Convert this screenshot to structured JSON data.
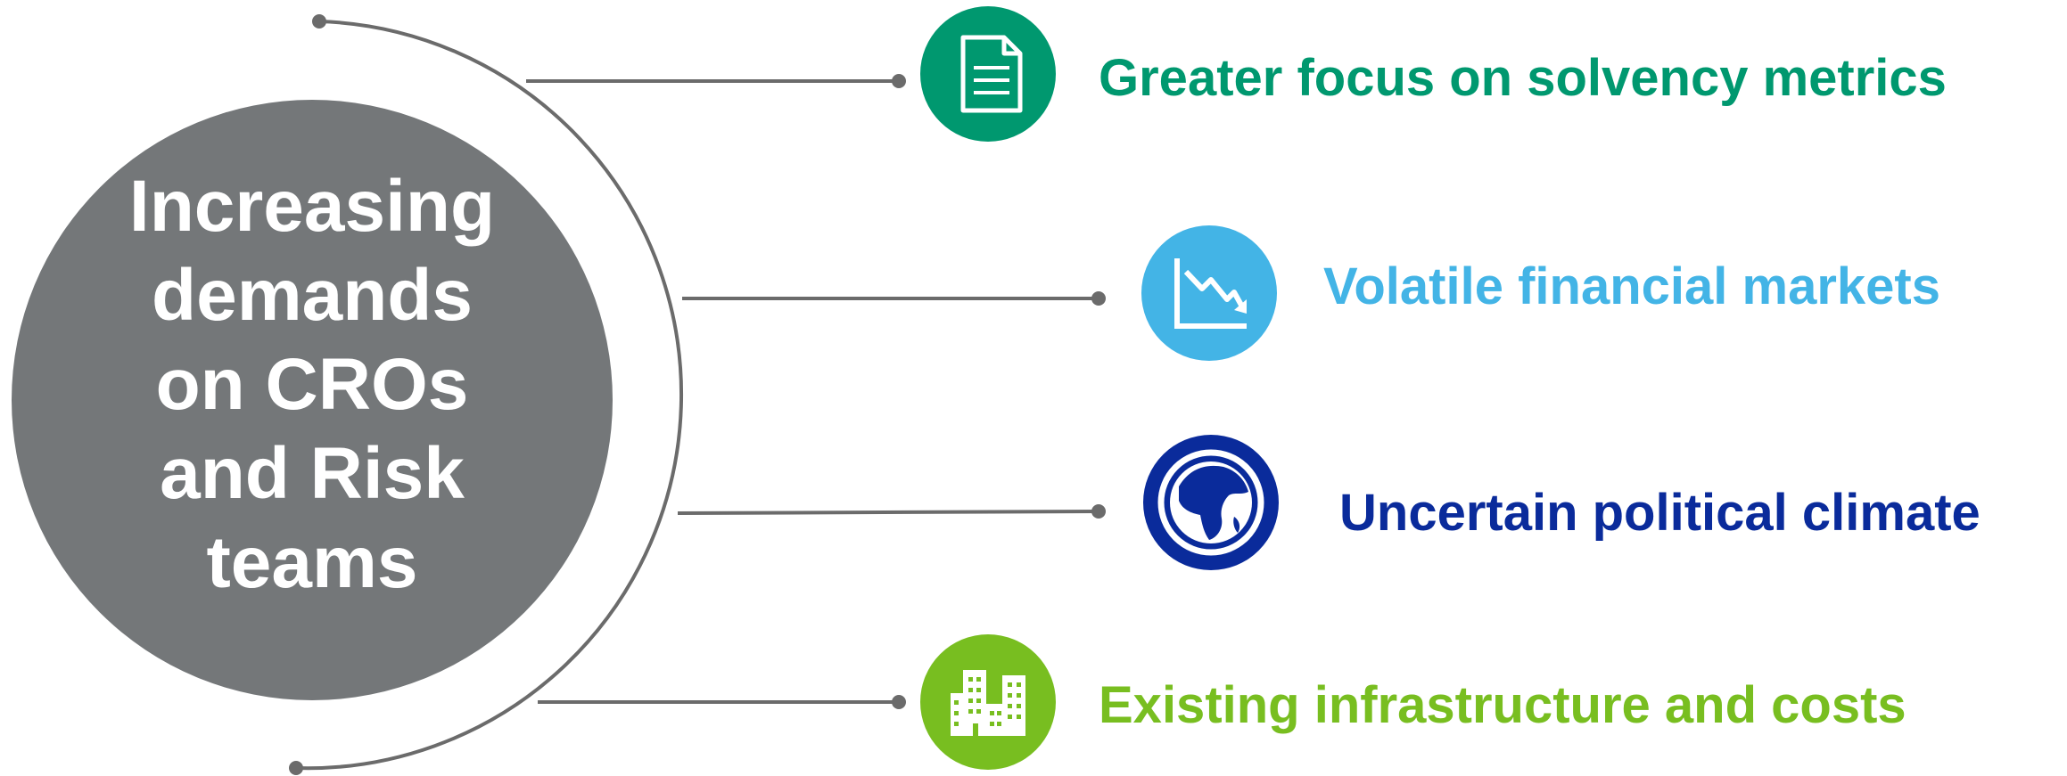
{
  "center": {
    "lines": [
      "Increasing",
      "demands",
      "on CROs",
      "and Risk",
      "teams"
    ],
    "fill_color": "#747779"
  },
  "items": [
    {
      "label": "Greater focus on solvency metrics",
      "icon": "document-icon",
      "color": "#00986F"
    },
    {
      "label": "Volatile financial markets",
      "icon": "declining-chart-icon",
      "color": "#43B4E6"
    },
    {
      "label": "Uncertain political climate",
      "icon": "globe-icon",
      "color": "#0A1F9E"
    },
    {
      "label": "Existing infrastructure and costs",
      "icon": "buildings-icon",
      "color": "#78BE20"
    }
  ],
  "connector_color": "#6B6B6B"
}
